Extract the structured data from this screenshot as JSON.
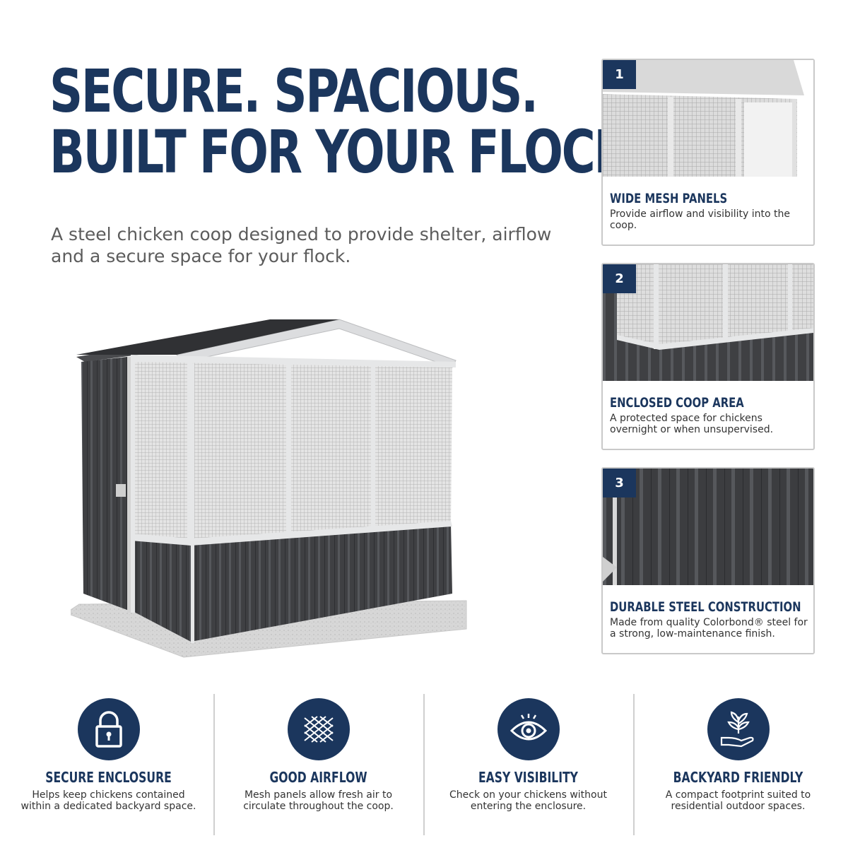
{
  "headline": {
    "line1": "SECURE. SPACIOUS.",
    "line2": "BUILT FOR YOUR FLOCK."
  },
  "subhead": "A steel chicken coop designed to provide shelter, airflow and a secure space for your flock.",
  "colors": {
    "navy": "#1b365d",
    "steel_dark": "#3f4043",
    "frame_light": "#e6e7e8",
    "card_border": "#c9c9c9"
  },
  "cards": [
    {
      "number": "1",
      "title": "WIDE MESH PANELS",
      "description": "Provide airflow and visibility into the coop."
    },
    {
      "number": "2",
      "title": "ENCLOSED COOP AREA",
      "description": "A protected space for chickens overnight or when unsupervised."
    },
    {
      "number": "3",
      "title": "DURABLE STEEL CONSTRUCTION",
      "description": "Made from quality Colorbond® steel for a strong, low-maintenance finish."
    }
  ],
  "features": [
    {
      "icon": "lock-icon",
      "title": "SECURE ENCLOSURE",
      "description": "Helps keep chickens contained within a dedicated backyard space."
    },
    {
      "icon": "mesh-icon",
      "title": "GOOD AIRFLOW",
      "description": "Mesh panels allow fresh air to circulate throughout the coop."
    },
    {
      "icon": "eye-icon",
      "title": "EASY VISIBILITY",
      "description": "Check on your chickens without entering the enclosure."
    },
    {
      "icon": "plant-in-hand-icon",
      "title": "BACKYARD FRIENDLY",
      "description": "A compact footprint suited to residential outdoor spaces."
    }
  ]
}
